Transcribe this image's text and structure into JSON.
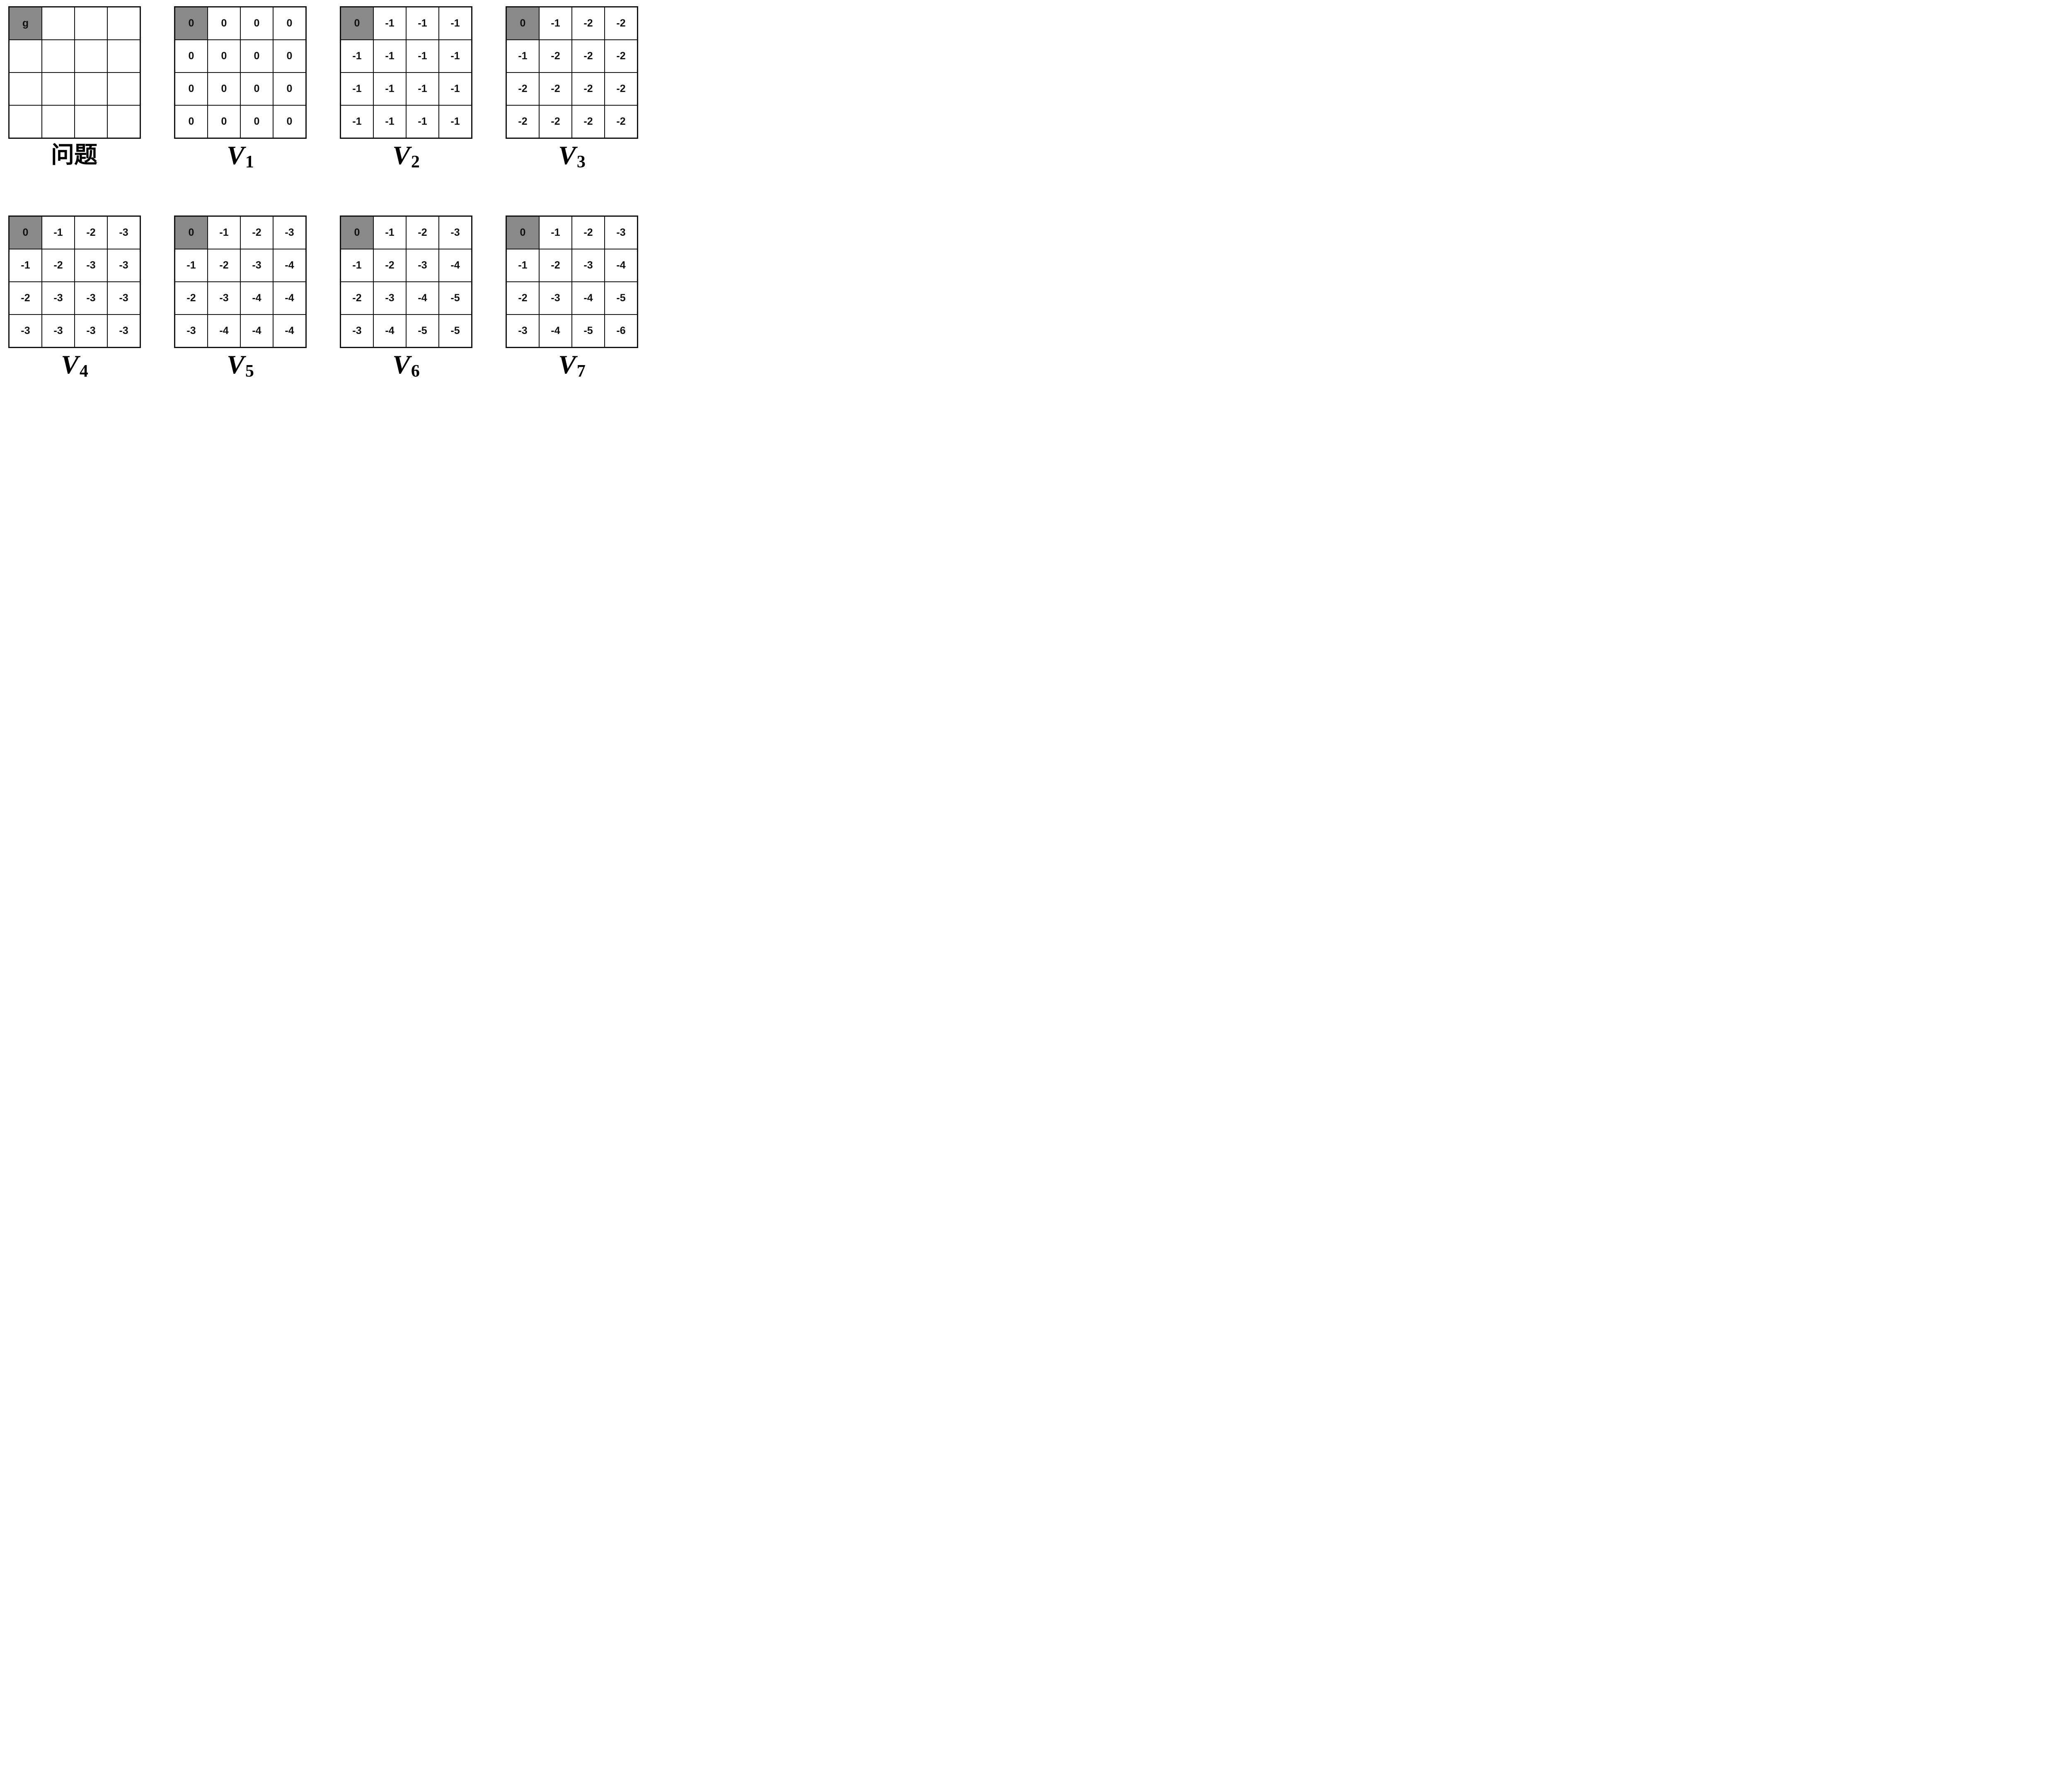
{
  "colors": {
    "background": "#ffffff",
    "grid_border": "#111111",
    "goal_cell_fill": "#898989",
    "text": "#111111"
  },
  "highlight": {
    "row": 0,
    "col": 0
  },
  "grids": [
    {
      "id": "problem",
      "label_base": "问题",
      "label_sub": "",
      "cells": [
        [
          "g",
          "",
          "",
          ""
        ],
        [
          "",
          "",
          "",
          ""
        ],
        [
          "",
          "",
          "",
          ""
        ],
        [
          "",
          "",
          "",
          ""
        ]
      ]
    },
    {
      "id": "V1",
      "label_base": "V",
      "label_sub": "1",
      "cells": [
        [
          "0",
          "0",
          "0",
          "0"
        ],
        [
          "0",
          "0",
          "0",
          "0"
        ],
        [
          "0",
          "0",
          "0",
          "0"
        ],
        [
          "0",
          "0",
          "0",
          "0"
        ]
      ]
    },
    {
      "id": "V2",
      "label_base": "V",
      "label_sub": "2",
      "cells": [
        [
          "0",
          "-1",
          "-1",
          "-1"
        ],
        [
          "-1",
          "-1",
          "-1",
          "-1"
        ],
        [
          "-1",
          "-1",
          "-1",
          "-1"
        ],
        [
          "-1",
          "-1",
          "-1",
          "-1"
        ]
      ]
    },
    {
      "id": "V3",
      "label_base": "V",
      "label_sub": "3",
      "cells": [
        [
          "0",
          "-1",
          "-2",
          "-2"
        ],
        [
          "-1",
          "-2",
          "-2",
          "-2"
        ],
        [
          "-2",
          "-2",
          "-2",
          "-2"
        ],
        [
          "-2",
          "-2",
          "-2",
          "-2"
        ]
      ]
    },
    {
      "id": "V4",
      "label_base": "V",
      "label_sub": "4",
      "cells": [
        [
          "0",
          "-1",
          "-2",
          "-3"
        ],
        [
          "-1",
          "-2",
          "-3",
          "-3"
        ],
        [
          "-2",
          "-3",
          "-3",
          "-3"
        ],
        [
          "-3",
          "-3",
          "-3",
          "-3"
        ]
      ]
    },
    {
      "id": "V5",
      "label_base": "V",
      "label_sub": "5",
      "cells": [
        [
          "0",
          "-1",
          "-2",
          "-3"
        ],
        [
          "-1",
          "-2",
          "-3",
          "-4"
        ],
        [
          "-2",
          "-3",
          "-4",
          "-4"
        ],
        [
          "-3",
          "-4",
          "-4",
          "-4"
        ]
      ]
    },
    {
      "id": "V6",
      "label_base": "V",
      "label_sub": "6",
      "cells": [
        [
          "0",
          "-1",
          "-2",
          "-3"
        ],
        [
          "-1",
          "-2",
          "-3",
          "-4"
        ],
        [
          "-2",
          "-3",
          "-4",
          "-5"
        ],
        [
          "-3",
          "-4",
          "-5",
          "-5"
        ]
      ]
    },
    {
      "id": "V7",
      "label_base": "V",
      "label_sub": "7",
      "cells": [
        [
          "0",
          "-1",
          "-2",
          "-3"
        ],
        [
          "-1",
          "-2",
          "-3",
          "-4"
        ],
        [
          "-2",
          "-3",
          "-4",
          "-5"
        ],
        [
          "-3",
          "-4",
          "-5",
          "-6"
        ]
      ]
    }
  ]
}
